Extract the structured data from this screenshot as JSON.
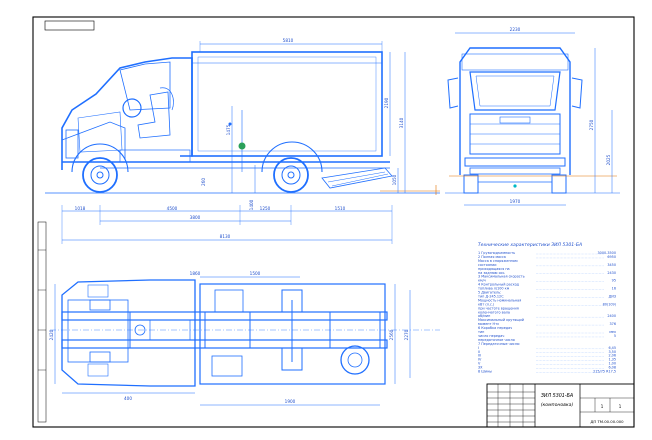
{
  "colors": {
    "line": "#1f6fff",
    "frame": "#000000",
    "accent_green": "#2aa05a",
    "accent_orange": "#e07000",
    "accent_cyan": "#00b8c8"
  },
  "side_view": {
    "dims": {
      "top_length": "5810",
      "body_height": "2190",
      "overall_height": "3140",
      "mid_height": "1475",
      "low_a": "1400",
      "low_b": "1050",
      "ground": "260",
      "bot1": "1018",
      "bot2": "4500",
      "bot3": "1250",
      "bot4": "1510",
      "wheelbase": "3800",
      "total_length": "8130"
    }
  },
  "front_view": {
    "dims": {
      "width_top": "2230",
      "height": "2750",
      "height_low": "2025",
      "track": "1970"
    }
  },
  "top_view": {
    "dims": {
      "a": "400",
      "b": "1860",
      "c": "1500",
      "d": "2560",
      "e": "2270",
      "f": "2420",
      "g": "1900"
    }
  },
  "spec_table": {
    "title": "Технические характеристики ЗИЛ 5301-БА",
    "rows": [
      [
        "1 Грузоподъемность",
        "3000-3500"
      ],
      [
        "2 Полная масса",
        "6950"
      ],
      [
        "   Масса в снаряженном",
        ""
      ],
      [
        "   состоянии",
        "3450"
      ],
      [
        "   приходящаяся на",
        ""
      ],
      [
        "   на заднюю ось",
        "2430"
      ],
      [
        "3 Максимальная скорость",
        ""
      ],
      [
        "   км/ч",
        "95"
      ],
      [
        "4 Контрольный расход",
        ""
      ],
      [
        "   топлива л/100 км",
        "16"
      ],
      [
        "5 Двигатель:",
        ""
      ],
      [
        "   тип Д-245.12С",
        "ДИЗ"
      ],
      [
        "   Мощность номинальная",
        ""
      ],
      [
        "   кВт (л.с.)",
        "80(109)"
      ],
      [
        "   при частоте вращения",
        ""
      ],
      [
        "   коленчатого вала",
        ""
      ],
      [
        "   об/мин",
        "2400"
      ],
      [
        "   Максимальный крутящий",
        ""
      ],
      [
        "   момент Н·м",
        "376"
      ],
      [
        "6 Коробка передач",
        ""
      ],
      [
        "   тип",
        "мех"
      ],
      [
        "   число передач",
        "5"
      ],
      [
        "   передаточное число",
        ""
      ],
      [
        "7 Передаточные числа:",
        ""
      ],
      [
        "   I",
        "6,45"
      ],
      [
        "   II",
        "3,50"
      ],
      [
        "   III",
        "2,06"
      ],
      [
        "   IV",
        "1,35"
      ],
      [
        "   V",
        "1,00"
      ],
      [
        "   ЗХ",
        "6,08"
      ],
      [
        "8 Шины",
        "215/75 R17,5"
      ]
    ]
  },
  "title_block": {
    "name_line1": "ЗИЛ 5301-БА",
    "name_line2": "(компоновка)",
    "sheet": "1",
    "sheets": "1",
    "code": "ДП ТМ.00.00.000"
  }
}
